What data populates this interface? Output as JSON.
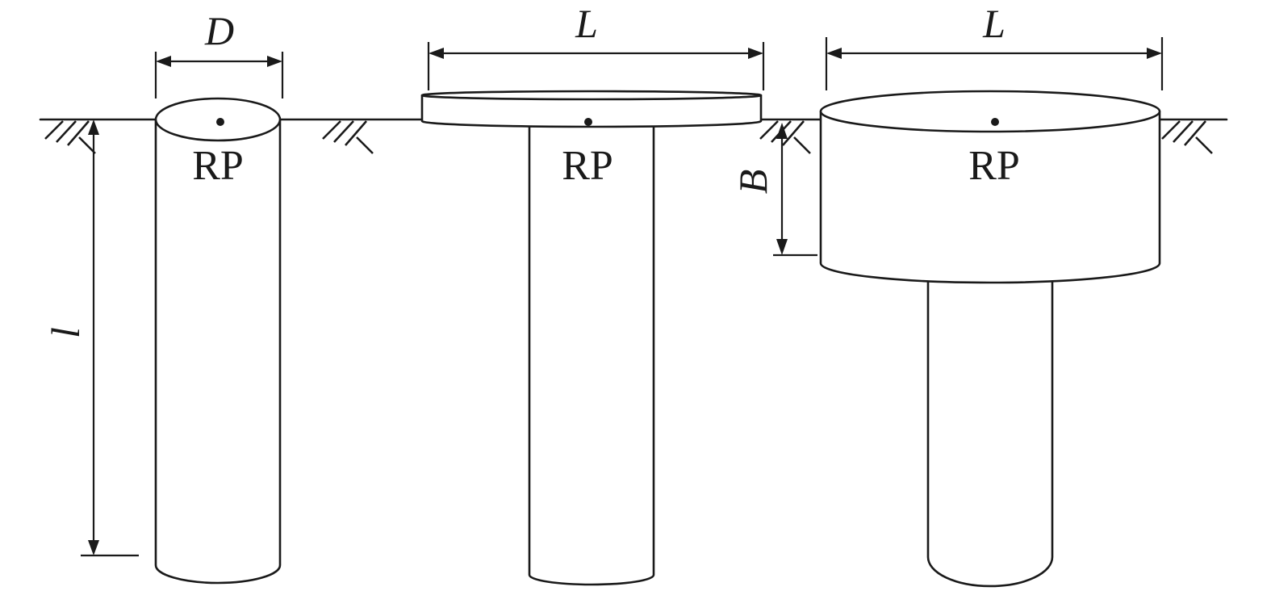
{
  "labels": {
    "dim_D": "D",
    "dim_L_left": "L",
    "dim_L_right": "L",
    "dim_B": "B",
    "dim_l": "l",
    "pile1_point": "RP",
    "pile2_point": "RP",
    "pile3_point": "RP"
  },
  "colors": {
    "line": "#1a1a1a",
    "background": "#ffffff"
  }
}
